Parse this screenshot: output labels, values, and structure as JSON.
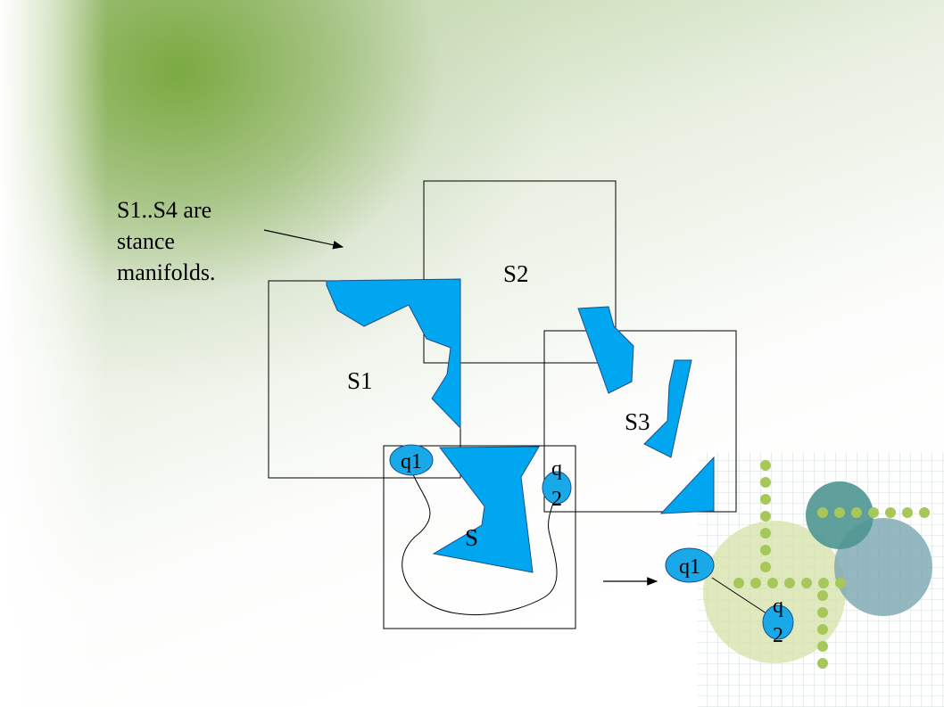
{
  "caption": {
    "line1": "S1..S4 are",
    "line2": "stance",
    "line3": "manifolds."
  },
  "manifolds": {
    "s1": "S1",
    "s2": "S2",
    "s3": "S3",
    "s4": "S"
  },
  "points": {
    "q1": "q1",
    "q2_top": "q",
    "q2_bottom": "2"
  },
  "colors": {
    "region_fill": "#00a6ef",
    "node_fill": "#19a9e8",
    "accent_green": "#a7c75a",
    "accent_teal": "#4e9591",
    "accent_slate": "#7aa6b0"
  }
}
